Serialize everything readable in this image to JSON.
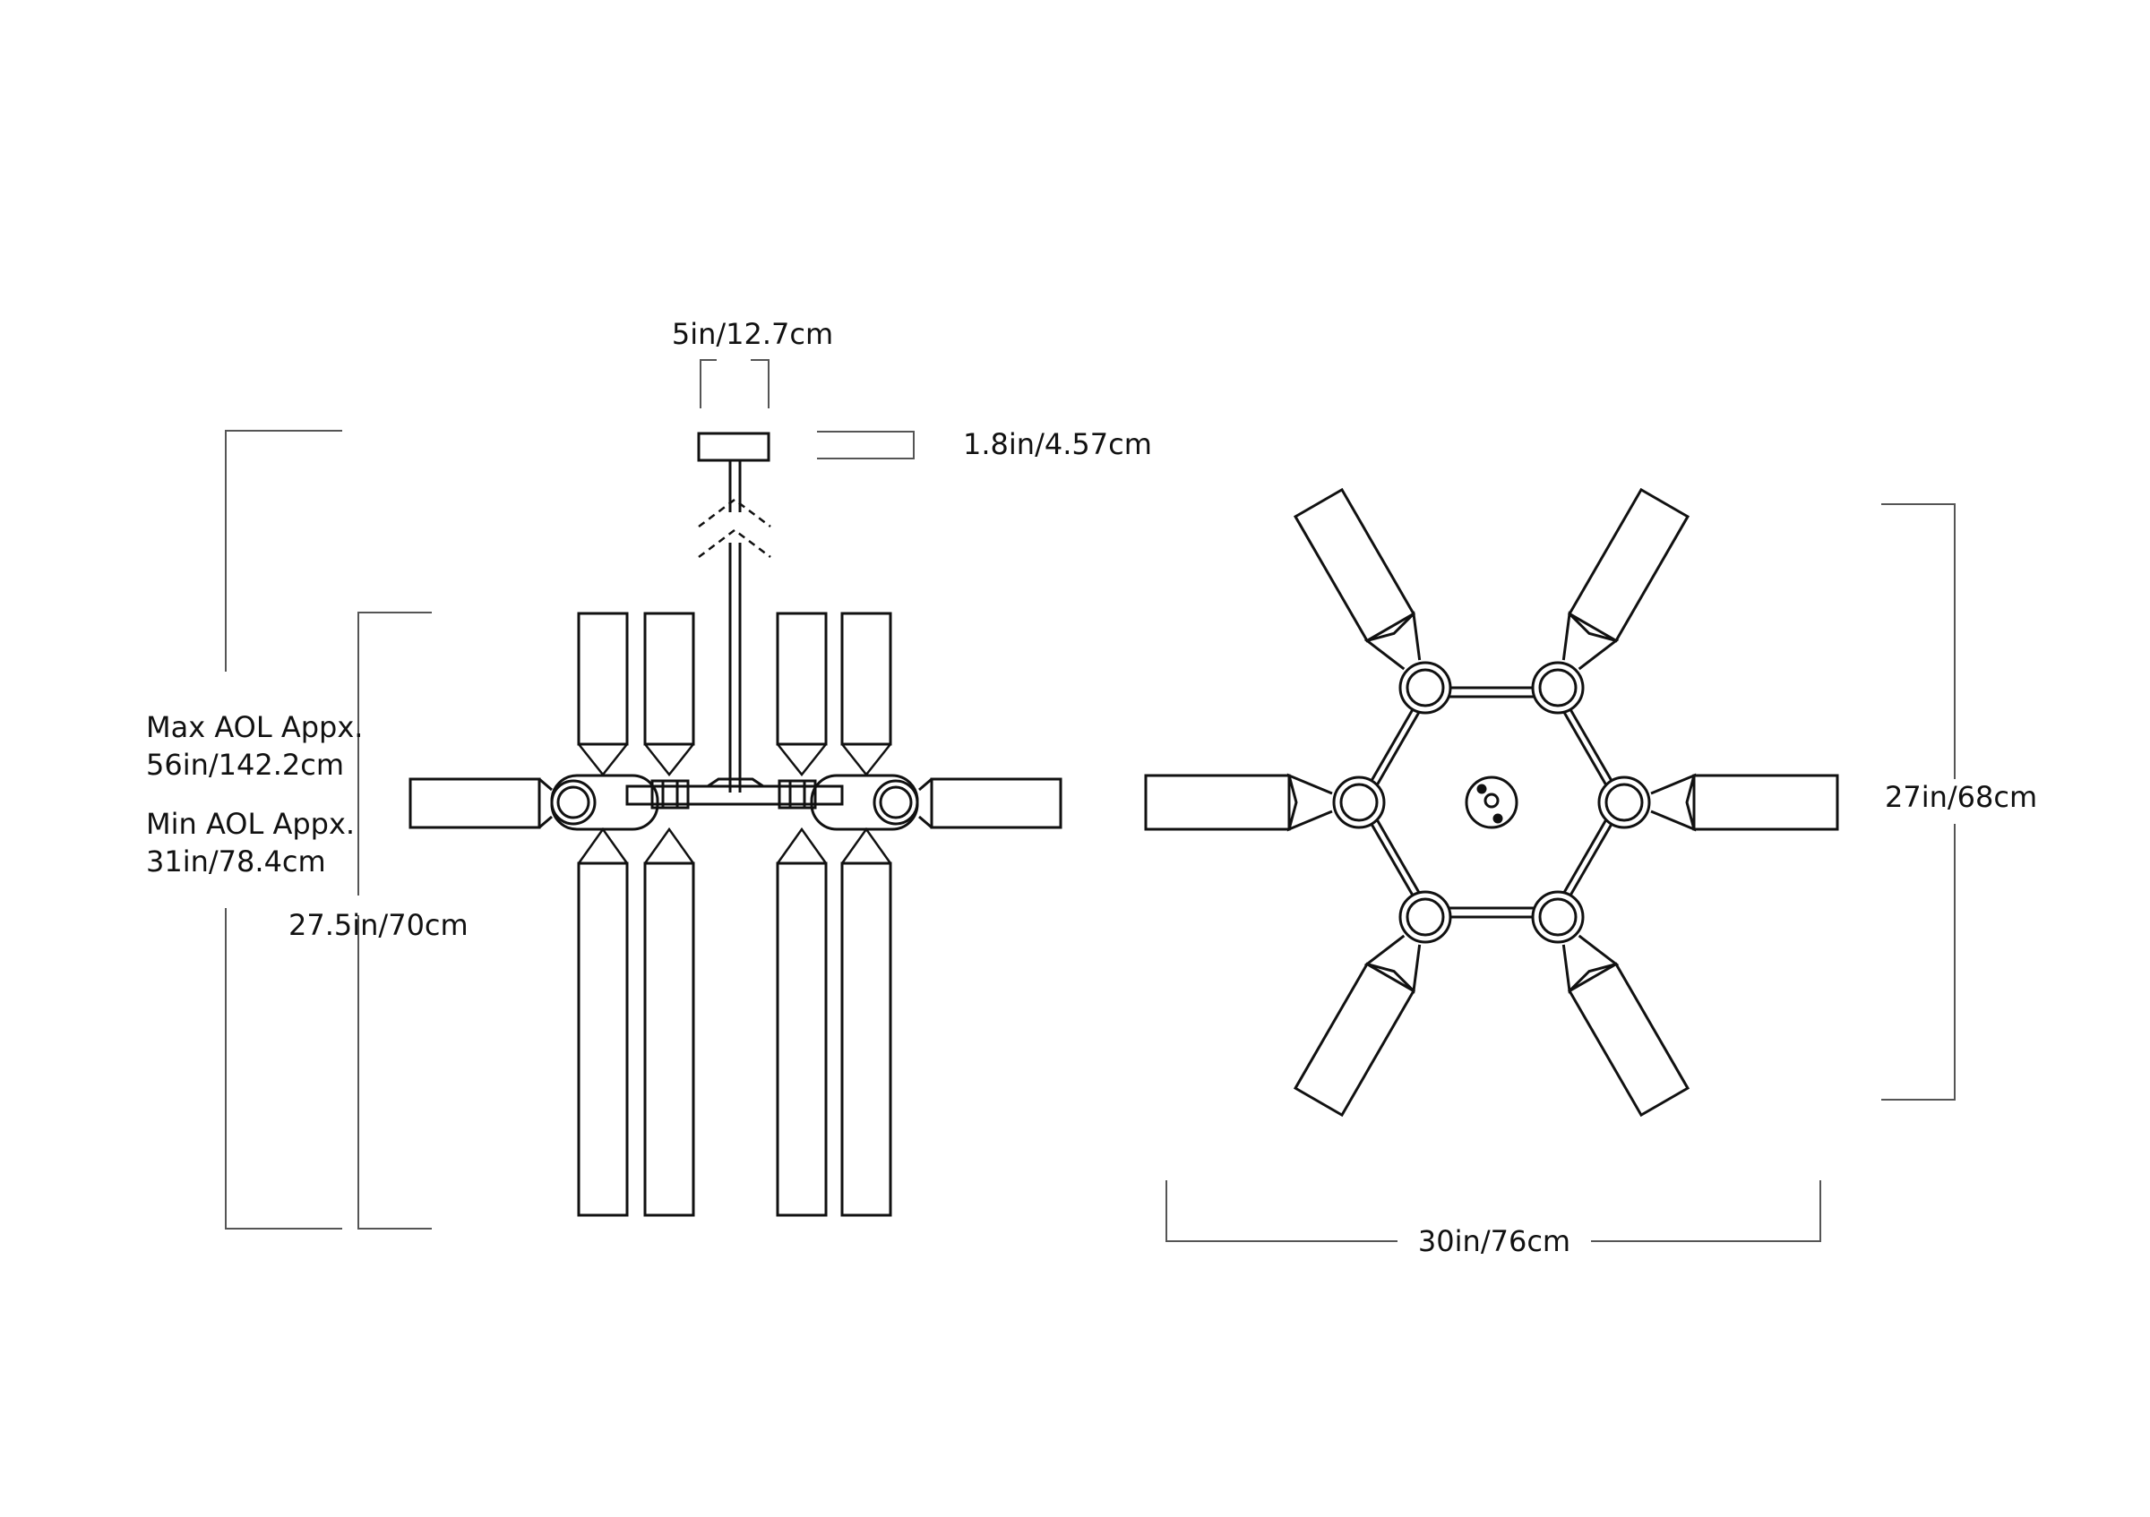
{
  "dimensions": {
    "canopy_width": "5in/12.7cm",
    "canopy_height": "1.8in/4.57cm",
    "max_aol_label": "Max AOL Appx.",
    "max_aol_value": "56in/142.2cm",
    "min_aol_label": "Min AOL Appx.",
    "min_aol_value": "31in/78.4cm",
    "fixture_height": "27.5in/70cm",
    "top_view_depth": "27in/68cm",
    "top_view_width": "30in/76cm"
  },
  "colors": {
    "line": "#111111",
    "dimension_line": "#555555",
    "background": "#ffffff"
  }
}
